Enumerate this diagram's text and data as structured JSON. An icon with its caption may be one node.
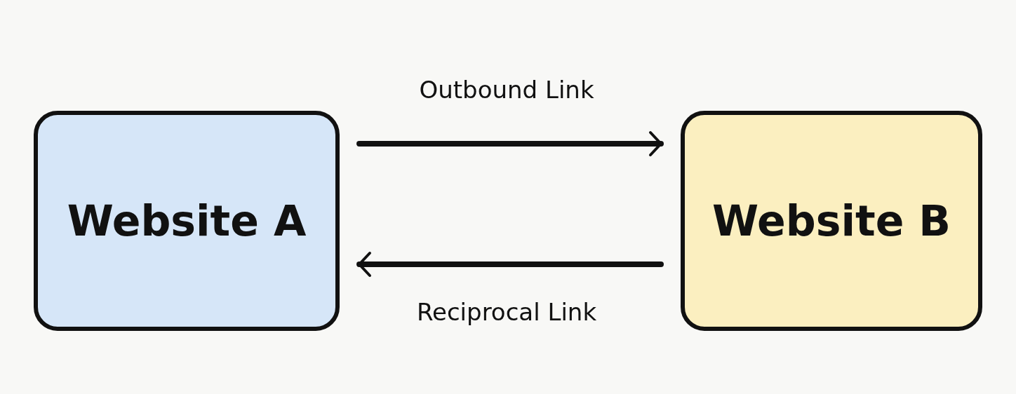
{
  "diagram": {
    "nodes": [
      {
        "text": [
          "Website A"
        ]
      },
      {
        "text": [
          "Website B"
        ]
      }
    ],
    "edges": [
      {
        "from": 0,
        "to": 1,
        "arrow": "to",
        "label": "Outbound Link"
      },
      {
        "from": 1,
        "to": 0,
        "arrow": "to",
        "label": "Reciprocal Link"
      }
    ]
  }
}
